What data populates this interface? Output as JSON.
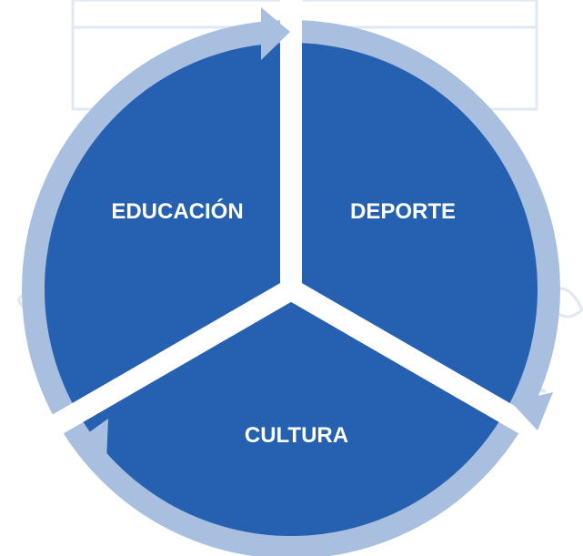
{
  "diagram": {
    "type": "cycle",
    "segments": [
      {
        "label": "EDUCACIÓN"
      },
      {
        "label": "DEPORTE"
      },
      {
        "label": "CULTURA"
      }
    ],
    "colors": {
      "segment_fill": "#2660b0",
      "arrow_ring": "#a8bfe0",
      "background_watermark": "#c9d4ea",
      "label_text": "#ffffff"
    }
  }
}
